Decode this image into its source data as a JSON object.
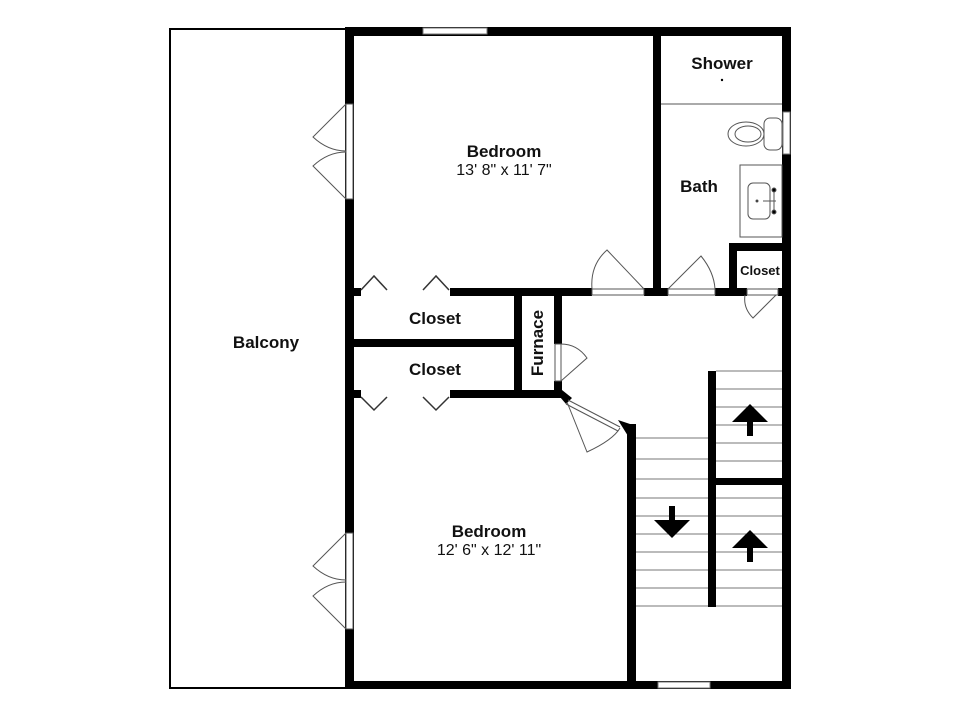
{
  "floorplan": {
    "colors": {
      "wall": "#000000",
      "line": "#555555",
      "background": "#ffffff"
    },
    "rooms": [
      {
        "id": "balcony",
        "name": "Balcony",
        "dimensions": ""
      },
      {
        "id": "bedroom-top",
        "name": "Bedroom",
        "dimensions": "13' 8\" x 11' 7\""
      },
      {
        "id": "bedroom-bottom",
        "name": "Bedroom",
        "dimensions": "12' 6\" x 12' 11\""
      },
      {
        "id": "shower",
        "name": "Shower",
        "dimensions": ""
      },
      {
        "id": "bath",
        "name": "Bath",
        "dimensions": ""
      },
      {
        "id": "closet-bath",
        "name": "Closet",
        "dimensions": ""
      },
      {
        "id": "closet-upper",
        "name": "Closet",
        "dimensions": ""
      },
      {
        "id": "closet-lower",
        "name": "Closet",
        "dimensions": ""
      },
      {
        "id": "furnace",
        "name": "Furnace",
        "dimensions": ""
      }
    ],
    "stairs": [
      {
        "direction": "up",
        "icon": "arrow-up-icon"
      },
      {
        "direction": "down",
        "icon": "arrow-down-icon"
      },
      {
        "direction": "up",
        "icon": "arrow-up-icon"
      }
    ]
  }
}
